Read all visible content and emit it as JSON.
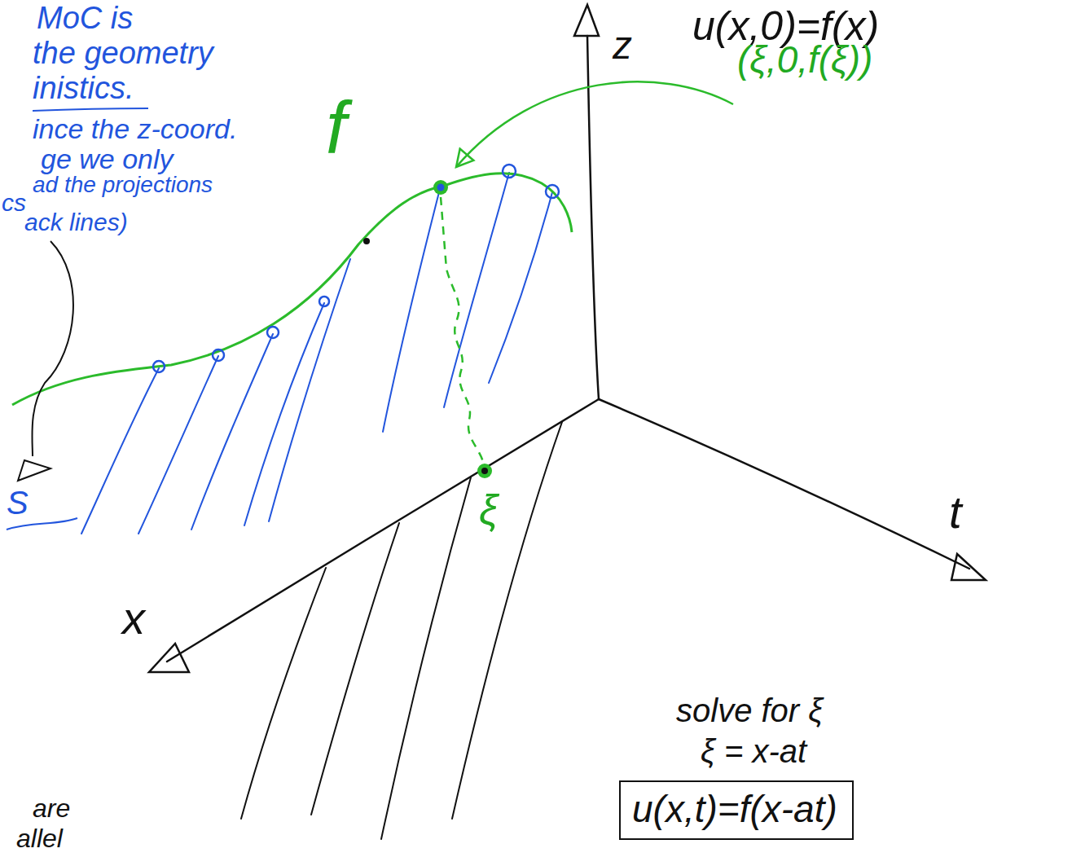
{
  "diagram": {
    "nodes": [
      {
        "text": [
          "u(x,t)=f(x-at)"
        ]
      }
    ],
    "labels": [
      "MoC is",
      "the geometry",
      "inistics.",
      "ince the z-coord.",
      "ge we only",
      "ad the projections",
      "cs",
      "ack lines)",
      "S",
      "are",
      "allel",
      "z",
      "u(x,0)=f(x)",
      "(ξ,0,f(ξ))",
      "f",
      "ξ",
      "x",
      "t",
      "solve for ξ",
      "ξ = x-at"
    ]
  }
}
